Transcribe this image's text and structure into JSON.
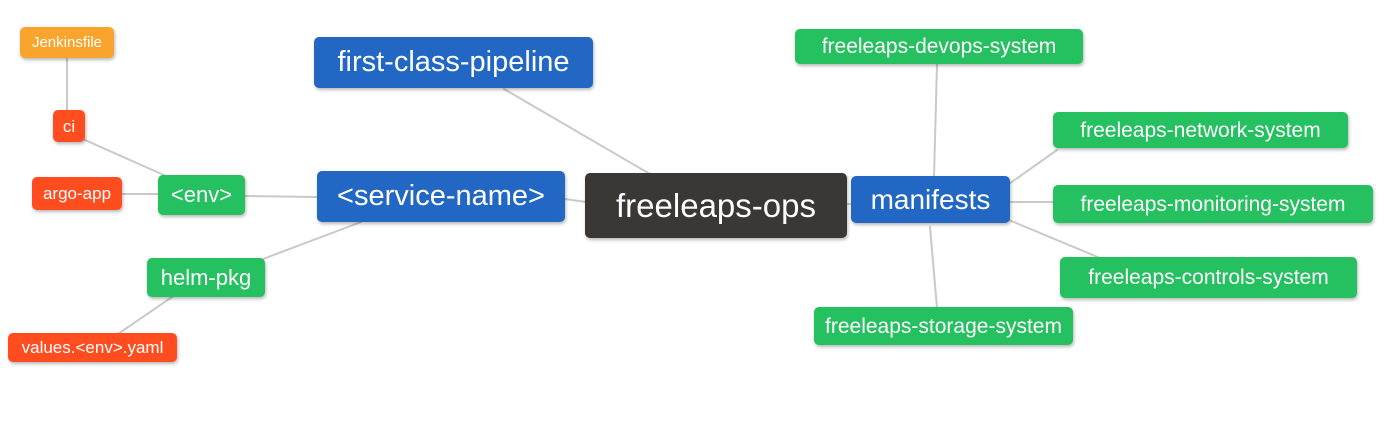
{
  "palette": {
    "root_bg": "#3a3735",
    "branch_blue_bg": "#2267c3",
    "green_bg": "#25c05f",
    "red_bg": "#ff4d1f",
    "orange_bg": "#f9a42c",
    "text": "#ffffff",
    "edge_line": "#c9c9c9",
    "background": "#ffffff"
  },
  "nodes": [
    {
      "id": "freeleaps-ops",
      "label": "freeleaps-ops",
      "color": "#3a3735",
      "level": "root"
    },
    {
      "id": "first-class-pipeline",
      "label": "first-class-pipeline",
      "color": "#2267c3",
      "level": "branch"
    },
    {
      "id": "service-name",
      "label": "<service-name>",
      "color": "#2267c3",
      "level": "branch"
    },
    {
      "id": "env",
      "label": "<env>",
      "color": "#25c05f",
      "level": "sub"
    },
    {
      "id": "ci",
      "label": "ci",
      "color": "#ff4d1f",
      "level": "leaf"
    },
    {
      "id": "jenkinsfile",
      "label": "Jenkinsfile",
      "color": "#f9a42c",
      "level": "leaf"
    },
    {
      "id": "argo-app",
      "label": "argo-app",
      "color": "#ff4d1f",
      "level": "leaf"
    },
    {
      "id": "helm-pkg",
      "label": "helm-pkg",
      "color": "#25c05f",
      "level": "sub"
    },
    {
      "id": "values-env-yaml",
      "label": "values.<env>.yaml",
      "color": "#ff4d1f",
      "level": "leaf"
    },
    {
      "id": "manifests",
      "label": "manifests",
      "color": "#2267c3",
      "level": "branch"
    },
    {
      "id": "freeleaps-devops-system",
      "label": "freeleaps-devops-system",
      "color": "#25c05f",
      "level": "sub"
    },
    {
      "id": "freeleaps-network-system",
      "label": "freeleaps-network-system",
      "color": "#25c05f",
      "level": "sub"
    },
    {
      "id": "freeleaps-monitoring-system",
      "label": "freeleaps-monitoring-system",
      "color": "#25c05f",
      "level": "sub"
    },
    {
      "id": "freeleaps-controls-system",
      "label": "freeleaps-controls-system",
      "color": "#25c05f",
      "level": "sub"
    },
    {
      "id": "freeleaps-storage-system",
      "label": "freeleaps-storage-system",
      "color": "#25c05f",
      "level": "sub"
    }
  ],
  "edges": [
    {
      "from": "freeleaps-ops",
      "to": "first-class-pipeline"
    },
    {
      "from": "freeleaps-ops",
      "to": "service-name"
    },
    {
      "from": "freeleaps-ops",
      "to": "manifests"
    },
    {
      "from": "service-name",
      "to": "env"
    },
    {
      "from": "service-name",
      "to": "helm-pkg"
    },
    {
      "from": "env",
      "to": "ci"
    },
    {
      "from": "env",
      "to": "argo-app"
    },
    {
      "from": "ci",
      "to": "jenkinsfile"
    },
    {
      "from": "helm-pkg",
      "to": "values-env-yaml"
    },
    {
      "from": "manifests",
      "to": "freeleaps-devops-system"
    },
    {
      "from": "manifests",
      "to": "freeleaps-network-system"
    },
    {
      "from": "manifests",
      "to": "freeleaps-monitoring-system"
    },
    {
      "from": "manifests",
      "to": "freeleaps-controls-system"
    },
    {
      "from": "manifests",
      "to": "freeleaps-storage-system"
    }
  ]
}
